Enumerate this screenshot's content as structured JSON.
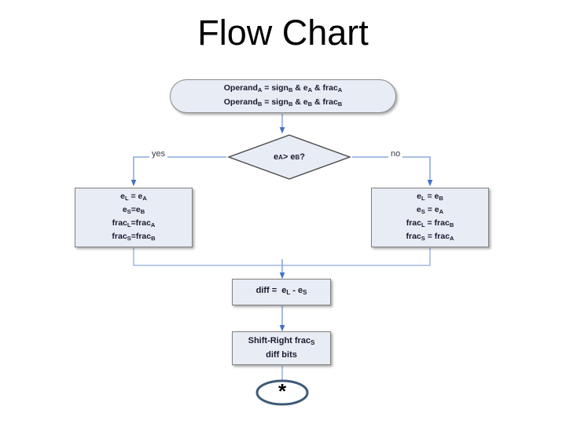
{
  "page": {
    "title": "Flow Chart",
    "background_color": "#ffffff"
  },
  "theme": {
    "node_fill": "#e8ecf5",
    "node_border": "#808080",
    "connector_color": "#8eaadb",
    "arrow_color": "#4472c4",
    "terminator_stroke": "#3e5a78",
    "text_color": "#1a1a2e"
  },
  "flowchart": {
    "start_node": {
      "shape": "rounded-rectangle",
      "line1": "OperandA = signB & eA & fracA",
      "line2": "OperandB = signB & eB & fracB"
    },
    "decision_node": {
      "shape": "diamond",
      "condition": "eA > eB ?"
    },
    "branch_labels": {
      "yes": "yes",
      "no": "no"
    },
    "yes_branch_node": {
      "shape": "rectangle",
      "line1": "eL = eA",
      "line2": "eS=eB",
      "line3": "fracL=fracA",
      "line4": "fracS=fracB"
    },
    "no_branch_node": {
      "shape": "rectangle",
      "line1": "eL = eB",
      "line2": "eS = eA",
      "line3": "fracL = fracB",
      "line4": "fracS = fracA"
    },
    "diff_node": {
      "shape": "rectangle",
      "text": "diff =  eL - eS"
    },
    "shift_node": {
      "shape": "rectangle",
      "line1": "Shift-Right fracS",
      "line2": "diff bits"
    },
    "end_node": {
      "shape": "ellipse",
      "symbol": "*"
    }
  }
}
